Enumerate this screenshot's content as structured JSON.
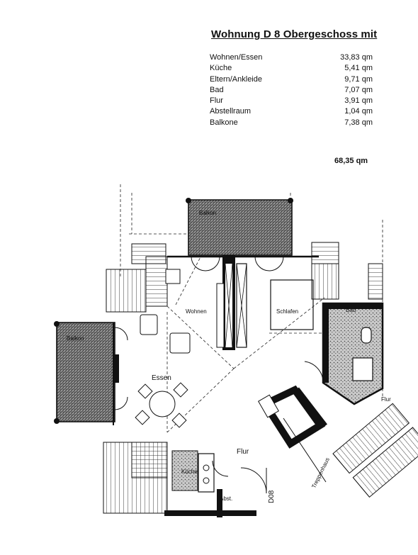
{
  "header": {
    "title": "Wohnung D 8 Obergeschoss mit"
  },
  "rooms": [
    {
      "name": "Wohnen/Essen",
      "area": "33,83 qm"
    },
    {
      "name": "Küche",
      "area": "5,41 qm"
    },
    {
      "name": "Eltern/Ankleide",
      "area": "9,71 qm"
    },
    {
      "name": "Bad",
      "area": "7,07 qm"
    },
    {
      "name": "Flur",
      "area": "3,91 qm"
    },
    {
      "name": "Abstellraum",
      "area": "1,04 qm"
    },
    {
      "name": "Balkone",
      "area": "7,38 qm"
    }
  ],
  "total": "68,35 qm",
  "plan_labels": {
    "balkon_top": "Balkon",
    "balkon_left": "Balkon",
    "wohnen": "Wohnen",
    "schlafen": "Schlafen",
    "bad": "Bad",
    "essen": "Essen",
    "flur": "Flur",
    "flur_right": "Flur",
    "kueche": "Küche",
    "abst": "Abst.",
    "unit": "D08",
    "treppenhaus": "Treppenhaus"
  },
  "colors": {
    "ink": "#111111",
    "hatch": "#6a6a6a",
    "paper": "#ffffff"
  }
}
